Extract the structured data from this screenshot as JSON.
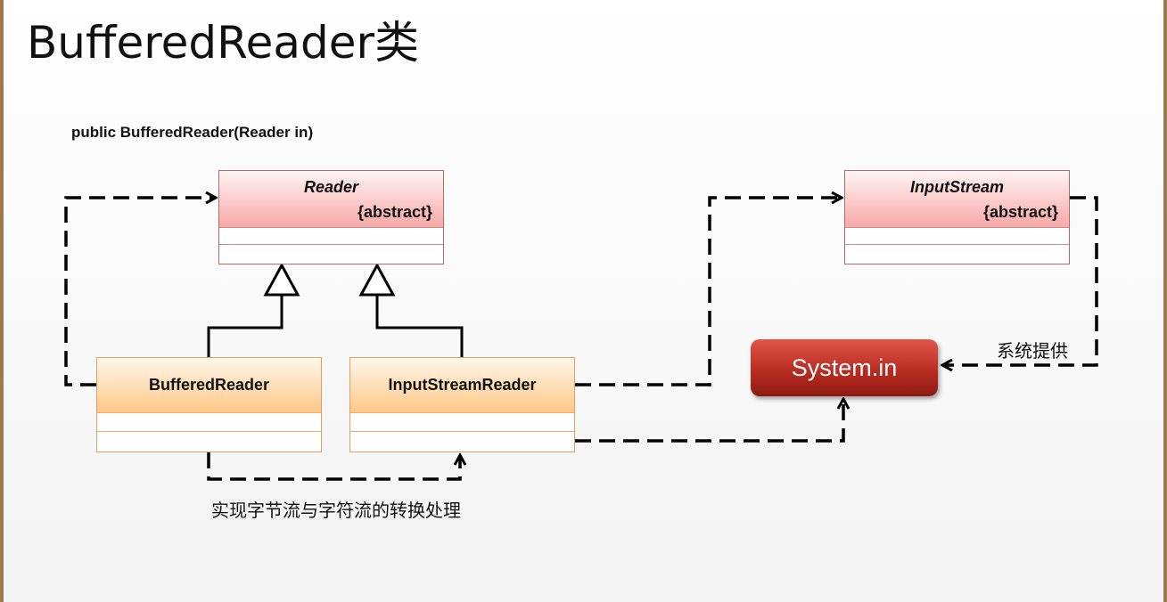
{
  "title": "BufferedReader类",
  "subtitle": "public BufferedReader(Reader in)",
  "classes": {
    "reader": {
      "name": "Reader",
      "stereotype": "{abstract}"
    },
    "inputstream": {
      "name": "InputStream",
      "stereotype": "{abstract}"
    },
    "bufferedreader": {
      "name": "BufferedReader"
    },
    "inputstreamreader": {
      "name": "InputStreamReader"
    }
  },
  "system_in": "System.in",
  "labels": {
    "system_provided": "系统提供",
    "conversion": "实现字节流与字符流的转换处理"
  }
}
